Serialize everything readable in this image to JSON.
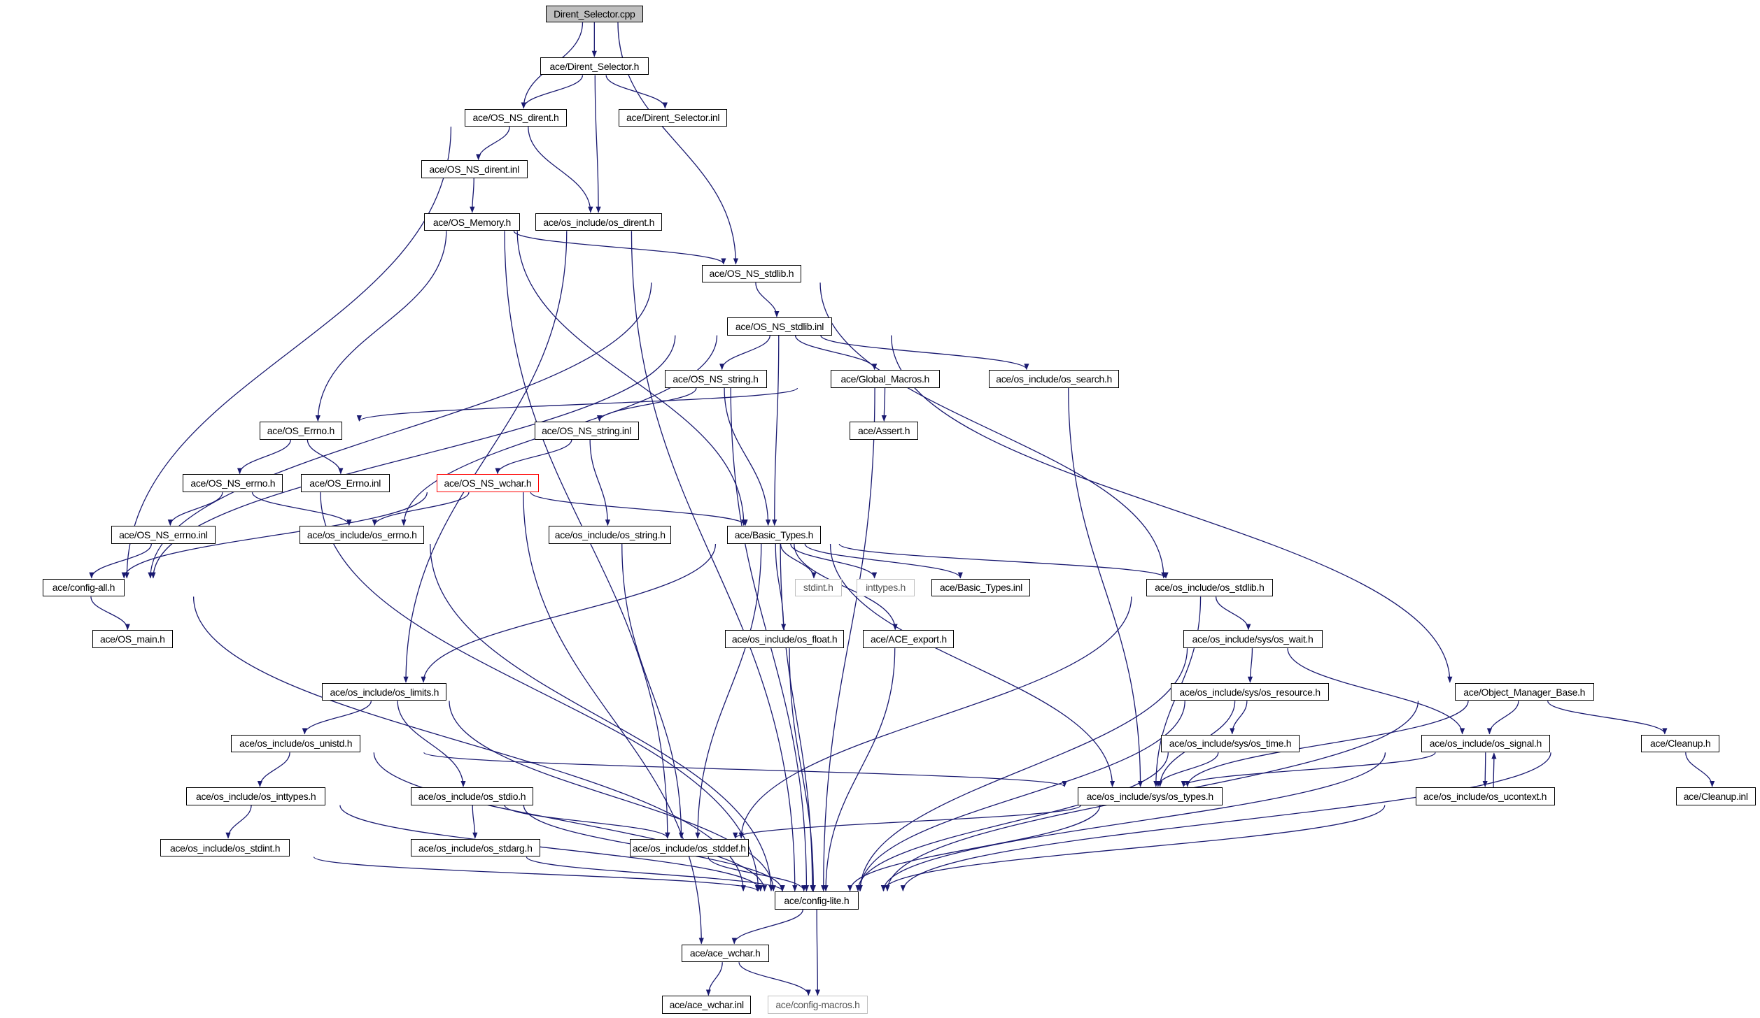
{
  "title": "Dirent_Selector.cpp include dependency graph",
  "colors": {
    "edge": "#191970",
    "root_fill": "#bfbfbf",
    "node_border": "#000000",
    "missing_border": "#bfbfbf",
    "warn_border": "#ff0000"
  },
  "nodes": [
    {
      "id": "cpp",
      "label": "Dirent_Selector.cpp",
      "style": "root"
    },
    {
      "id": "ds_h",
      "label": "ace/Dirent_Selector.h"
    },
    {
      "id": "nsdirent_h",
      "label": "ace/OS_NS_dirent.h"
    },
    {
      "id": "ds_inl",
      "label": "ace/Dirent_Selector.inl"
    },
    {
      "id": "nsdirent_inl",
      "label": "ace/OS_NS_dirent.inl"
    },
    {
      "id": "memory_h",
      "label": "ace/OS_Memory.h"
    },
    {
      "id": "os_dirent",
      "label": "ace/os_include/os_dirent.h"
    },
    {
      "id": "nsstdlib_h",
      "label": "ace/OS_NS_stdlib.h"
    },
    {
      "id": "nsstdlib_inl",
      "label": "ace/OS_NS_stdlib.inl"
    },
    {
      "id": "nsstring_h",
      "label": "ace/OS_NS_string.h"
    },
    {
      "id": "global_macros",
      "label": "ace/Global_Macros.h"
    },
    {
      "id": "os_search",
      "label": "ace/os_include/os_search.h"
    },
    {
      "id": "errno_h",
      "label": "ace/OS_Errno.h"
    },
    {
      "id": "nsstring_inl",
      "label": "ace/OS_NS_string.inl"
    },
    {
      "id": "assert_h",
      "label": "ace/Assert.h"
    },
    {
      "id": "nserrno_h",
      "label": "ace/OS_NS_errno.h"
    },
    {
      "id": "errno_inl",
      "label": "ace/OS_Errno.inl"
    },
    {
      "id": "nswchar_h",
      "label": "ace/OS_NS_wchar.h",
      "style": "warn"
    },
    {
      "id": "nserrno_inl",
      "label": "ace/OS_NS_errno.inl"
    },
    {
      "id": "os_errno",
      "label": "ace/os_include/os_errno.h"
    },
    {
      "id": "os_string",
      "label": "ace/os_include/os_string.h"
    },
    {
      "id": "basic_types",
      "label": "ace/Basic_Types.h"
    },
    {
      "id": "config_all",
      "label": "ace/config-all.h"
    },
    {
      "id": "stdint",
      "label": "stdint.h",
      "style": "missing"
    },
    {
      "id": "inttypes",
      "label": "inttypes.h",
      "style": "missing"
    },
    {
      "id": "basic_types_inl",
      "label": "ace/Basic_Types.inl"
    },
    {
      "id": "os_stdlib",
      "label": "ace/os_include/os_stdlib.h"
    },
    {
      "id": "os_main",
      "label": "ace/OS_main.h"
    },
    {
      "id": "os_float",
      "label": "ace/os_include/os_float.h"
    },
    {
      "id": "ace_export",
      "label": "ace/ACE_export.h"
    },
    {
      "id": "sys_wait",
      "label": "ace/os_include/sys/os_wait.h"
    },
    {
      "id": "os_limits",
      "label": "ace/os_include/os_limits.h"
    },
    {
      "id": "sys_resource",
      "label": "ace/os_include/sys/os_resource.h"
    },
    {
      "id": "omb",
      "label": "ace/Object_Manager_Base.h"
    },
    {
      "id": "os_unistd",
      "label": "ace/os_include/os_unistd.h"
    },
    {
      "id": "sys_time",
      "label": "ace/os_include/sys/os_time.h"
    },
    {
      "id": "os_signal",
      "label": "ace/os_include/os_signal.h"
    },
    {
      "id": "cleanup_h",
      "label": "ace/Cleanup.h"
    },
    {
      "id": "os_inttypes",
      "label": "ace/os_include/os_inttypes.h"
    },
    {
      "id": "os_stdio",
      "label": "ace/os_include/os_stdio.h"
    },
    {
      "id": "sys_types",
      "label": "ace/os_include/sys/os_types.h"
    },
    {
      "id": "os_ucontext",
      "label": "ace/os_include/os_ucontext.h"
    },
    {
      "id": "cleanup_inl",
      "label": "ace/Cleanup.inl"
    },
    {
      "id": "os_stdint",
      "label": "ace/os_include/os_stdint.h"
    },
    {
      "id": "os_stdarg",
      "label": "ace/os_include/os_stdarg.h"
    },
    {
      "id": "os_stddef",
      "label": "ace/os_include/os_stddef.h"
    },
    {
      "id": "config_lite",
      "label": "ace/config-lite.h"
    },
    {
      "id": "ace_wchar_h",
      "label": "ace/ace_wchar.h"
    },
    {
      "id": "ace_wchar_inl",
      "label": "ace/ace_wchar.inl"
    },
    {
      "id": "config_macros",
      "label": "ace/config-macros.h",
      "style": "missing"
    }
  ],
  "edges": [
    [
      "cpp",
      "ds_h"
    ],
    [
      "cpp",
      "nsdirent_h"
    ],
    [
      "cpp",
      "nsstdlib_h"
    ],
    [
      "ds_h",
      "nsdirent_h"
    ],
    [
      "ds_h",
      "ds_inl"
    ],
    [
      "ds_h",
      "os_dirent"
    ],
    [
      "nsdirent_h",
      "config_all"
    ],
    [
      "nsdirent_h",
      "nsdirent_inl"
    ],
    [
      "nsdirent_h",
      "os_dirent"
    ],
    [
      "nsdirent_inl",
      "memory_h"
    ],
    [
      "memory_h",
      "nsstdlib_h"
    ],
    [
      "memory_h",
      "errno_h"
    ],
    [
      "memory_h",
      "basic_types"
    ],
    [
      "memory_h",
      "os_stddef"
    ],
    [
      "os_dirent",
      "os_limits"
    ],
    [
      "os_dirent",
      "config_lite"
    ],
    [
      "nsstdlib_h",
      "nsstdlib_inl"
    ],
    [
      "nsstdlib_h",
      "config_all"
    ],
    [
      "nsstdlib_h",
      "os_stdlib"
    ],
    [
      "nsstdlib_inl",
      "nsstring_h"
    ],
    [
      "nsstdlib_inl",
      "global_macros"
    ],
    [
      "nsstdlib_inl",
      "os_search"
    ],
    [
      "nsstdlib_inl",
      "basic_types"
    ],
    [
      "nsstdlib_inl",
      "os_errno"
    ],
    [
      "nsstdlib_inl",
      "config_all"
    ],
    [
      "nsstdlib_inl",
      "omb"
    ],
    [
      "nsstring_h",
      "nsstring_inl"
    ],
    [
      "nsstring_h",
      "basic_types"
    ],
    [
      "nsstring_h",
      "config_lite"
    ],
    [
      "global_macros",
      "errno_h"
    ],
    [
      "global_macros",
      "assert_h"
    ],
    [
      "global_macros",
      "config_lite"
    ],
    [
      "os_search",
      "sys_types"
    ],
    [
      "errno_h",
      "nserrno_h"
    ],
    [
      "errno_h",
      "errno_inl"
    ],
    [
      "nsstring_inl",
      "nswchar_h"
    ],
    [
      "nsstring_inl",
      "os_string"
    ],
    [
      "nserrno_h",
      "nserrno_inl"
    ],
    [
      "nserrno_h",
      "os_errno"
    ],
    [
      "nserrno_h",
      "config_lite"
    ],
    [
      "nswchar_h",
      "os_errno"
    ],
    [
      "nswchar_h",
      "config_all"
    ],
    [
      "nswchar_h",
      "basic_types"
    ],
    [
      "nswchar_h",
      "ace_wchar_h"
    ],
    [
      "nserrno_inl",
      "config_all"
    ],
    [
      "os_errno",
      "config_lite"
    ],
    [
      "os_string",
      "os_stddef"
    ],
    [
      "basic_types",
      "stdint"
    ],
    [
      "basic_types",
      "inttypes"
    ],
    [
      "basic_types",
      "basic_types_inl"
    ],
    [
      "basic_types",
      "os_stdlib"
    ],
    [
      "basic_types",
      "os_float"
    ],
    [
      "basic_types",
      "ace_export"
    ],
    [
      "basic_types",
      "os_limits"
    ],
    [
      "basic_types",
      "os_stddef"
    ],
    [
      "basic_types",
      "config_lite"
    ],
    [
      "basic_types",
      "sys_types"
    ],
    [
      "config_all",
      "os_main"
    ],
    [
      "config_all",
      "config_lite"
    ],
    [
      "os_stdlib",
      "sys_wait"
    ],
    [
      "os_stdlib",
      "os_stddef"
    ],
    [
      "os_stdlib",
      "sys_types"
    ],
    [
      "os_float",
      "config_lite"
    ],
    [
      "ace_export",
      "config_lite"
    ],
    [
      "sys_wait",
      "sys_resource"
    ],
    [
      "sys_wait",
      "os_signal"
    ],
    [
      "sys_wait",
      "config_lite"
    ],
    [
      "os_limits",
      "os_unistd"
    ],
    [
      "os_limits",
      "os_stdio"
    ],
    [
      "os_limits",
      "config_lite"
    ],
    [
      "sys_resource",
      "sys_time"
    ],
    [
      "sys_resource",
      "sys_types"
    ],
    [
      "sys_resource",
      "config_lite"
    ],
    [
      "omb",
      "os_signal"
    ],
    [
      "omb",
      "cleanup_h"
    ],
    [
      "omb",
      "sys_types"
    ],
    [
      "omb",
      "config_lite"
    ],
    [
      "os_unistd",
      "os_inttypes"
    ],
    [
      "os_unistd",
      "sys_types"
    ],
    [
      "os_unistd",
      "config_lite"
    ],
    [
      "sys_time",
      "sys_types"
    ],
    [
      "sys_time",
      "config_lite"
    ],
    [
      "os_signal",
      "os_ucontext"
    ],
    [
      "os_signal",
      "sys_types"
    ],
    [
      "os_signal",
      "config_lite"
    ],
    [
      "os_ucontext",
      "os_signal"
    ],
    [
      "os_ucontext",
      "config_lite"
    ],
    [
      "cleanup_h",
      "cleanup_inl"
    ],
    [
      "cleanup_h",
      "config_lite"
    ],
    [
      "os_inttypes",
      "os_stdint"
    ],
    [
      "os_inttypes",
      "config_lite"
    ],
    [
      "os_stdio",
      "os_stdarg"
    ],
    [
      "os_stdio",
      "os_stddef"
    ],
    [
      "os_stdio",
      "config_lite"
    ],
    [
      "sys_types",
      "os_stddef"
    ],
    [
      "sys_types",
      "config_lite"
    ],
    [
      "os_stdint",
      "config_lite"
    ],
    [
      "os_stdarg",
      "config_lite"
    ],
    [
      "os_stddef",
      "config_lite"
    ],
    [
      "config_lite",
      "ace_wchar_h"
    ],
    [
      "config_lite",
      "config_macros"
    ],
    [
      "ace_wchar_h",
      "ace_wchar_inl"
    ],
    [
      "ace_wchar_h",
      "config_macros"
    ]
  ]
}
